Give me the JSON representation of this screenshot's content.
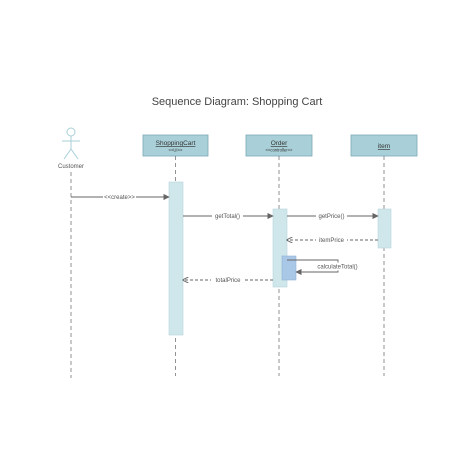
{
  "title": "Sequence Diagram: Shopping Cart",
  "actor": {
    "name": "Customer"
  },
  "lifelines": [
    {
      "name": "ShoppingCart",
      "stereotype": "<<UI>>"
    },
    {
      "name": "Order",
      "stereotype": "<<controller>>"
    },
    {
      "name": "item",
      "stereotype": ""
    }
  ],
  "messages": [
    {
      "label": "<<create>>",
      "from": "Customer",
      "to": "ShoppingCart",
      "kind": "synchronous"
    },
    {
      "label": "getTotal()",
      "from": "ShoppingCart",
      "to": "Order",
      "kind": "synchronous"
    },
    {
      "label": "getPrice()",
      "from": "Order",
      "to": "item",
      "kind": "synchronous"
    },
    {
      "label": "itemPrice",
      "from": "item",
      "to": "Order",
      "kind": "return"
    },
    {
      "label": "calculateTotal()",
      "from": "Order",
      "to": "Order",
      "kind": "self"
    },
    {
      "label": "totalPrice",
      "from": "Order",
      "to": "ShoppingCart",
      "kind": "return"
    }
  ],
  "colors": {
    "header_fill": "#a9d0d8",
    "header_stroke": "#7aa9b4",
    "activation_fill": "#cfe6ea",
    "nested_activation_fill": "#a9c7e6",
    "actor_stroke": "#a9d0d8",
    "line": "#555555"
  }
}
